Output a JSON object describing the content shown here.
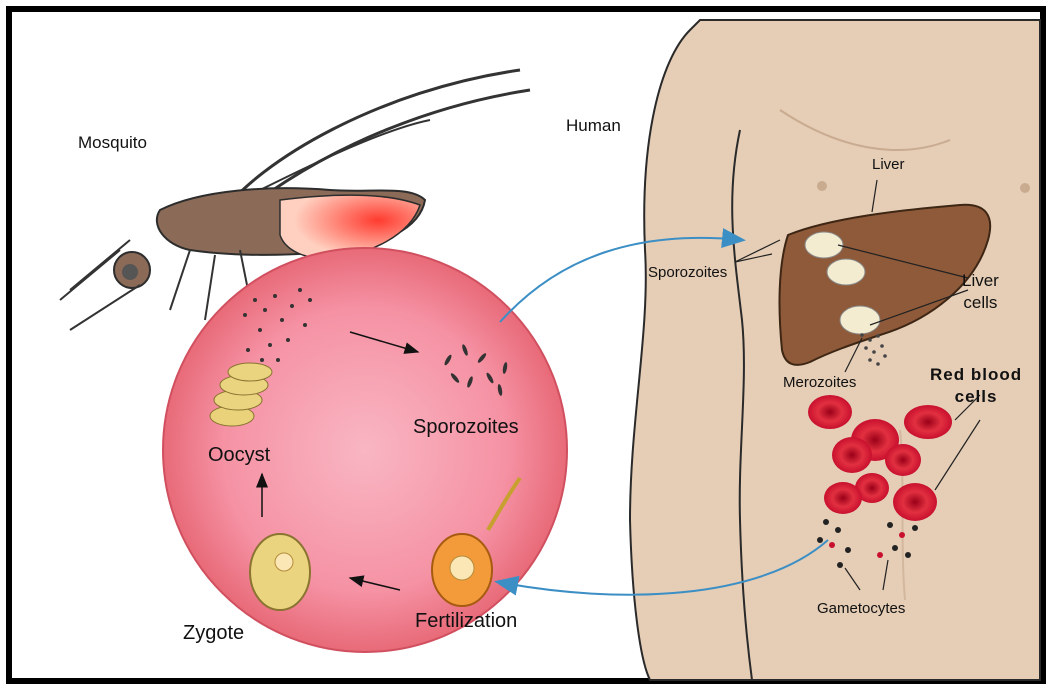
{
  "labels": {
    "mosquito": "Mosquito",
    "human": "Human",
    "liver": "Liver",
    "sporozoites_liver": "Sporozoites",
    "liver_cells": "Liver\ncells",
    "merozoites": "Merozoites",
    "red_blood_cells": "Red blood\ncells",
    "gametocytes": "Gametocytes",
    "sporozoites_cycle": "Sporozoites",
    "oocyst": "Oocyst",
    "zygote": "Zygote",
    "fertilization": "Fertilization"
  },
  "colors": {
    "circle_center": "#f7a9b8",
    "circle_edge": "#e86a78",
    "skin": "#e5cdb6",
    "liver": "#8e5a3a",
    "blood": "#c8102e",
    "arrow_blue": "#3c8fc5"
  }
}
